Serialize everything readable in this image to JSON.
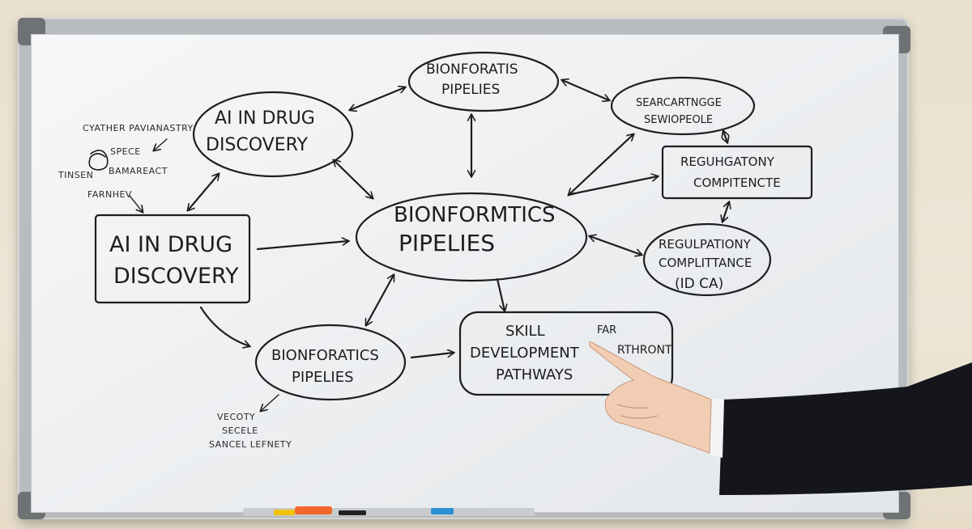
{
  "nodes": {
    "ai_left_box": [
      "AI IN DRUG",
      "DISCOVERY"
    ],
    "ai_top_ellipse": [
      "AI IN DRUG",
      "DISCOVERY"
    ],
    "bio_top": [
      "BIONFORATIS",
      "PIPELIES"
    ],
    "bio_center": [
      "BIONFORMTICS",
      "PIPELIES"
    ],
    "bio_bottom": [
      "BIONFORATICS",
      "PIPELIES"
    ],
    "research_top_right": [
      "SEARCARTNGGE",
      "SEWIOPEOLE"
    ],
    "regulatory_box": [
      "REGUHGATONY",
      "COMPITENCTE"
    ],
    "regulatory_ellipse": [
      "REGULPATIONY",
      "COMPLITTANCE",
      "(ID CA)"
    ],
    "skill_box": [
      "SKILL",
      "DEVELOPMENT",
      "PATHWAYS"
    ],
    "skill_box_extra": [
      "FAR",
      "RTHRONT"
    ]
  },
  "notes": {
    "top_left": [
      "CYATHER PAVIANASTRY",
      "SPECE",
      "TINSEN",
      "BAMAREACT",
      "FARNHEV"
    ],
    "bottom_left": [
      "VECOTY",
      "SECELE",
      "SANCEL LEFNETY"
    ]
  },
  "colors": {
    "ink": "#1d1d1f",
    "frame": "#b9bcbf",
    "marker_yellow": "#f2c200",
    "marker_orange": "#f2682b",
    "marker_blue": "#2b8fd6",
    "marker_black": "#222222",
    "sleeve": "#14161c",
    "skin": "#f1cdb4"
  }
}
